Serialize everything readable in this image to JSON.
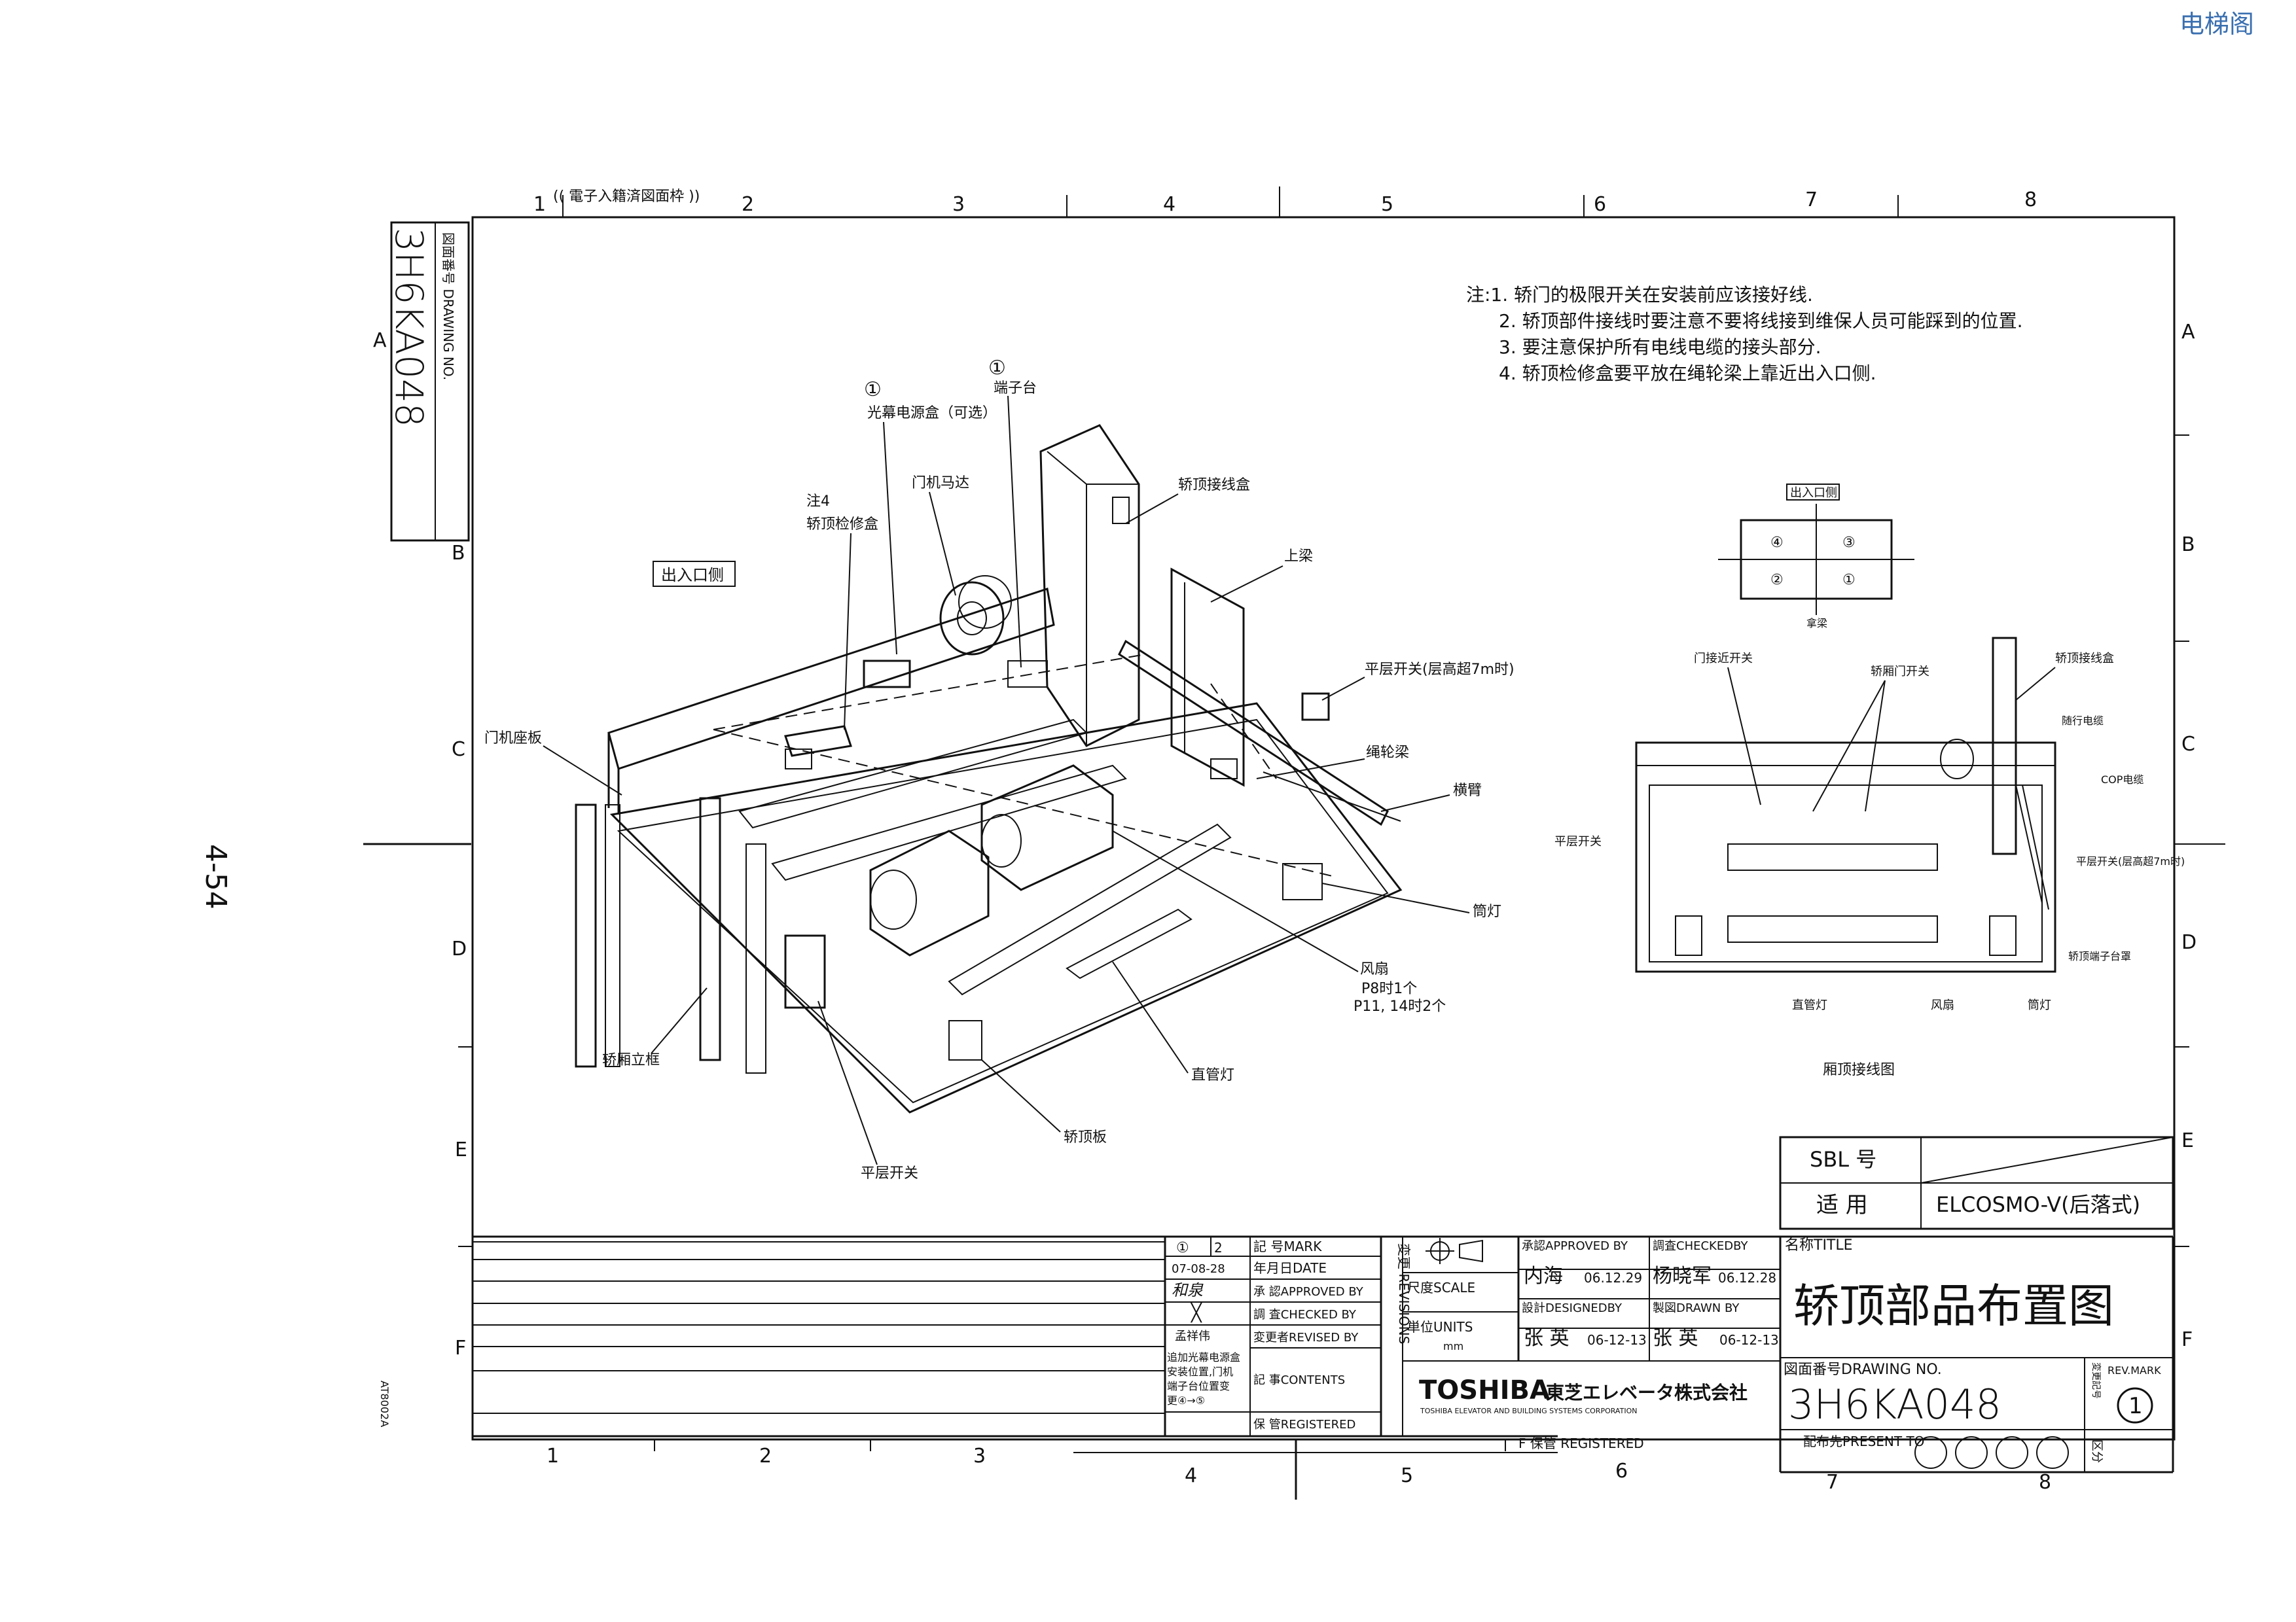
{
  "watermark": "电梯阁",
  "page_number": "4-54",
  "side_code": "AT8002A",
  "grid": {
    "top": [
      "1",
      "2",
      "3",
      "4",
      "5",
      "6",
      "7",
      "8"
    ],
    "bottom": [
      "1",
      "2",
      "3",
      "4",
      "5",
      "6",
      "7",
      "8"
    ],
    "rows": [
      "A",
      "B",
      "C",
      "D",
      "E",
      "F"
    ],
    "top_stamp": "(( 電子入籍済図面枠 ))"
  },
  "drawing_no_box": {
    "caption": "図面番号 DRAWING NO.",
    "number": "3H6KA048"
  },
  "notes": [
    "注:1. 轿门的极限开关在安装前应该接好线.",
    "2. 轿顶部件接线时要注意不要将线接到维保人员可能踩到的位置.",
    "3. 要注意保护所有电线电缆的接头部分.",
    "4. 轿顶检修盒要平放在绳轮梁上靠近出入口侧."
  ],
  "main_view": {
    "labels": {
      "entrance": "出入口侧",
      "circle1a": "①",
      "light_curtain": "光幕电源盒（可选）",
      "circle1b": "①",
      "terminal": "端子台",
      "door_motor": "门机马达",
      "note4": "注4",
      "inspection_box": "轿顶检修盒",
      "car_top_junction": "轿顶接线盒",
      "upper_beam": "上梁",
      "level_switch_7m": "平层开关(层高超7m时)",
      "door_sill": "门机座板",
      "sheave_beam": "绳轮梁",
      "crossarm": "横臂",
      "lamp": "筒灯",
      "fan": "风扇",
      "fan_note1": "P8时1个",
      "fan_note2": "P11, 14时2个",
      "tube_light": "直管灯",
      "car_frame": "轿厢立框",
      "car_top_plate": "轿顶板",
      "level_switch": "平层开关"
    }
  },
  "plan_view": {
    "entrance": "出入口侧",
    "positions": [
      "④",
      "③",
      "②",
      "①"
    ],
    "beam": "拿梁"
  },
  "wiring_view": {
    "labels": {
      "door_proximity": "门接近开关",
      "car_door_switch": "轿厢门开关",
      "car_top_junction": "轿顶接线盒",
      "travel_cable": "随行电缆",
      "cop_cable": "COP电缆",
      "level_switch": "平层开关",
      "level_switch_7m": "平层开关(层高超7m时)",
      "terminal_seat": "轿顶端子台罩",
      "tube_light": "直管灯",
      "fan": "风扇",
      "lamp": "筒灯"
    },
    "caption": "厢顶接线图"
  },
  "sbl_table": {
    "sbl_label": "SBL 号",
    "apply_label": "适 用",
    "apply_value": "ELCOSMO-V(后落式)"
  },
  "revision_table": {
    "rev_marks": [
      "①",
      "2"
    ],
    "date": "07-08-28",
    "approved": "和泉",
    "checked": "╳",
    "revised": "孟祥伟",
    "contents": [
      "追加光幕电源盒",
      "安装位置,门机",
      "端子台位置变",
      "更④→⑤"
    ],
    "headers": {
      "mark": "記 号MARK",
      "date": "年月日DATE",
      "approved": "承 認APPROVED BY",
      "checked": "調 査CHECKED BY",
      "revised": "変更者REVISED BY",
      "contents": "記 事CONTENTS",
      "registered": "保 管REGISTERED"
    },
    "revisions_side": "変更 REVISIONS"
  },
  "title_block": {
    "approved_label": "承認APPROVED BY",
    "approved_name": "内海",
    "approved_date": "06.12.29",
    "checked_label": "調査CHECKEDBY",
    "checked_name": "杨晓军",
    "checked_date": "06.12.28",
    "scale_label": "尺度SCALE",
    "units_label": "単位UNITS",
    "units_value": "mm",
    "designed_label": "設計DESIGNEDBY",
    "designed_name": "张 英",
    "designed_date": "06-12-13",
    "drawn_label": "製図DRAWN BY",
    "drawn_name": "张 英",
    "drawn_date": "06-12-13",
    "company_logo": "TOSHIBA",
    "company_jp": "東芝エレベータ株式会社",
    "company_en": "TOSHIBA ELEVATOR AND BUILDING SYSTEMS CORPORATION",
    "title_label": "名称TITLE",
    "title": "轿顶部品布置图",
    "drawing_no_label": "図面番号DRAWING NO.",
    "drawing_no": "3H6KA048",
    "rev_mark_label": "変更記号REV.MARK",
    "rev_mark": "1",
    "present_label": "配布先PRESENT TO",
    "division_label": "区分",
    "registered_label": "F 保管 REGISTERED"
  }
}
